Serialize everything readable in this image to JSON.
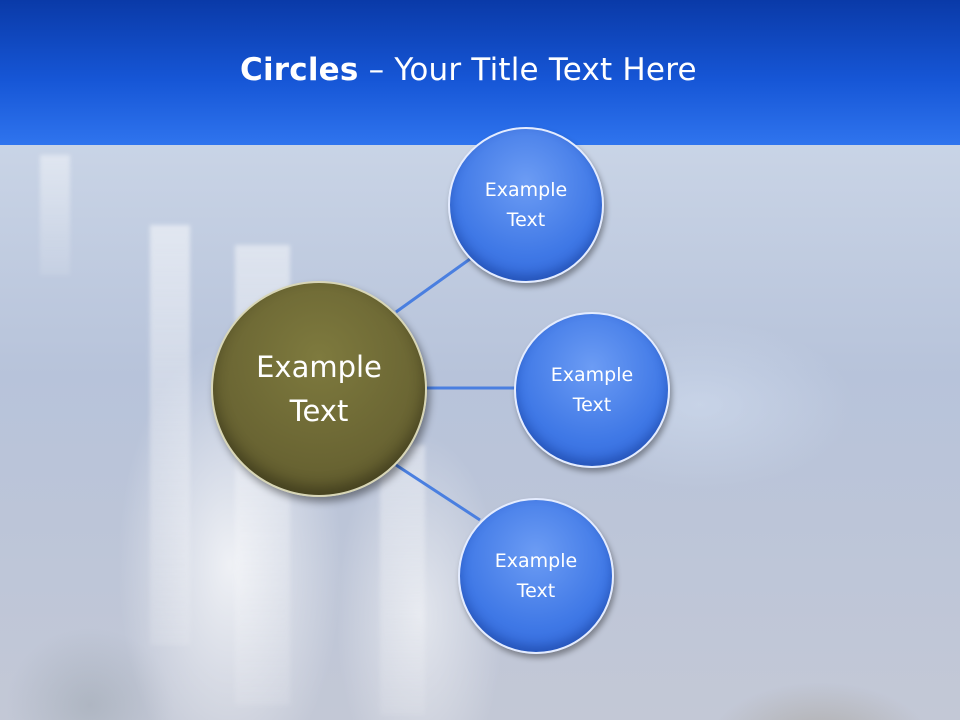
{
  "slide": {
    "title_bold": "Circles",
    "title_rest": " – Your Title Text Here"
  },
  "diagram": {
    "center": {
      "label": "Example Text",
      "color": "#6a6533"
    },
    "nodes": [
      {
        "label": "Example Text",
        "color": "#3f78e6"
      },
      {
        "label": "Example Text",
        "color": "#3f78e6"
      },
      {
        "label": "Example Text",
        "color": "#3f78e6"
      }
    ],
    "connector_color": "#4a7fe0"
  }
}
